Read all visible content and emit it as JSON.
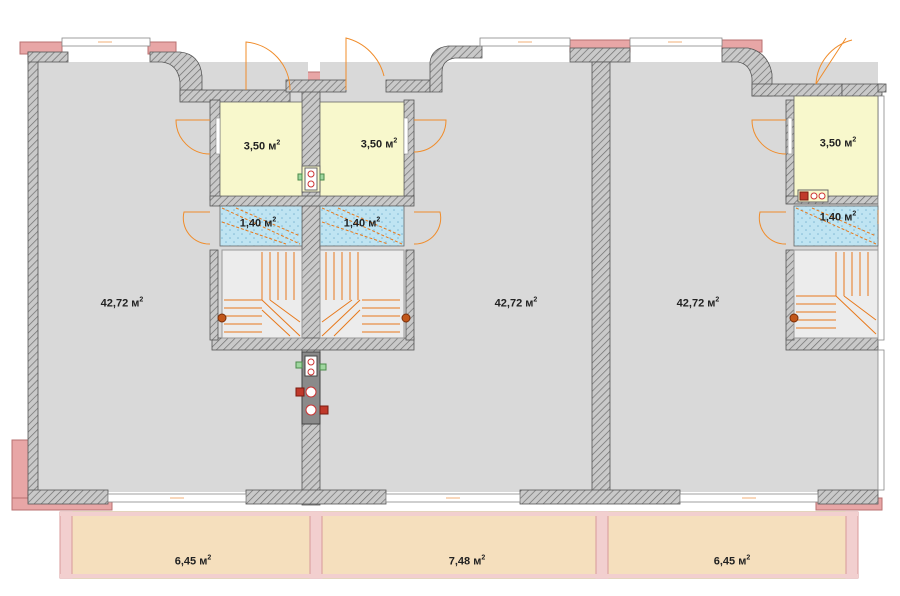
{
  "areas": {
    "unit_left_main": "42,72 м",
    "unit_mid_main": "42,72 м",
    "unit_right_main": "42,72 м",
    "bath_left": "3,50 м",
    "bath_mid": "3,50 м",
    "bath_right": "3,50 м",
    "hall_left": "1,40 м",
    "hall_mid": "1,40 м",
    "hall_right": "1,40 м",
    "terrace_left": "6,45 м",
    "terrace_mid": "7,48 м",
    "terrace_right": "6,45 м",
    "superscript": "2"
  },
  "colors": {
    "floor": "#d9d9d9",
    "bath": "#f8f8cc",
    "hall": "#bfe4f2",
    "terrace": "#f5dfbd",
    "wall_hatch": "#8a8a8a",
    "outer_trim": "#e8a6a6",
    "door_line": "#f08c2a",
    "stair_line": "#e8791c"
  }
}
